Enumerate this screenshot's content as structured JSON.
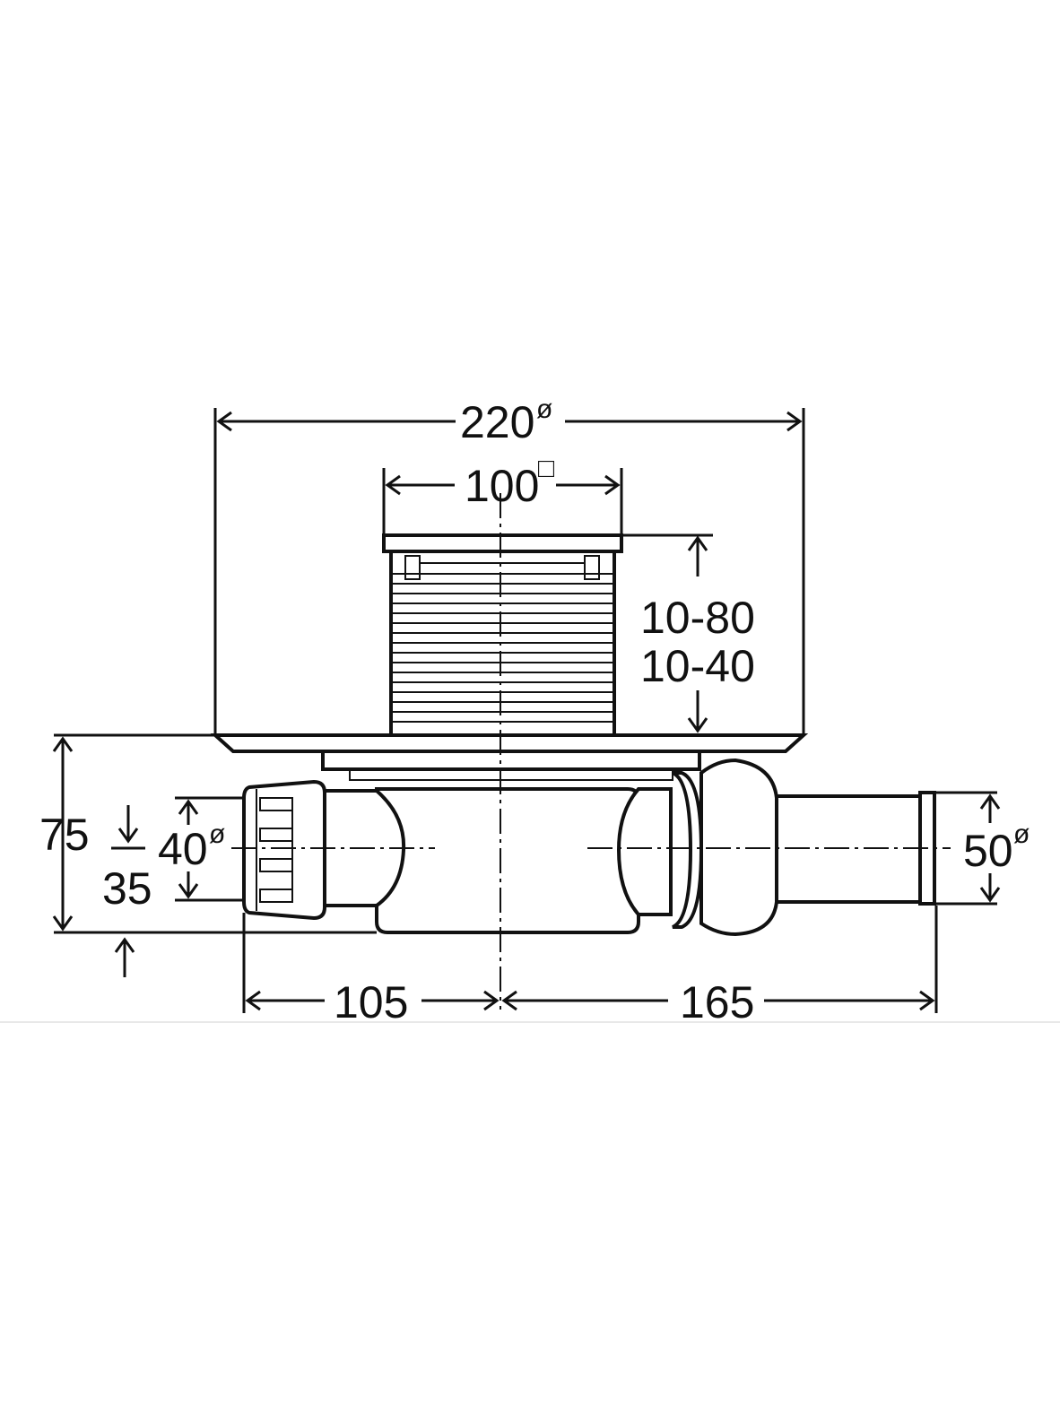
{
  "dimensions": {
    "overall_diameter": {
      "value": "220",
      "symbol": "ø"
    },
    "grate_size": {
      "value": "100",
      "symbol": "□"
    },
    "height_adjust_1": "10-80",
    "height_adjust_2": "10-40",
    "total_height": "75",
    "outlet_height": "35",
    "inlet_diameter": {
      "value": "40",
      "symbol": "ø"
    },
    "outlet_diameter": {
      "value": "50",
      "symbol": "ø"
    },
    "left_length": "105",
    "right_length": "165"
  }
}
